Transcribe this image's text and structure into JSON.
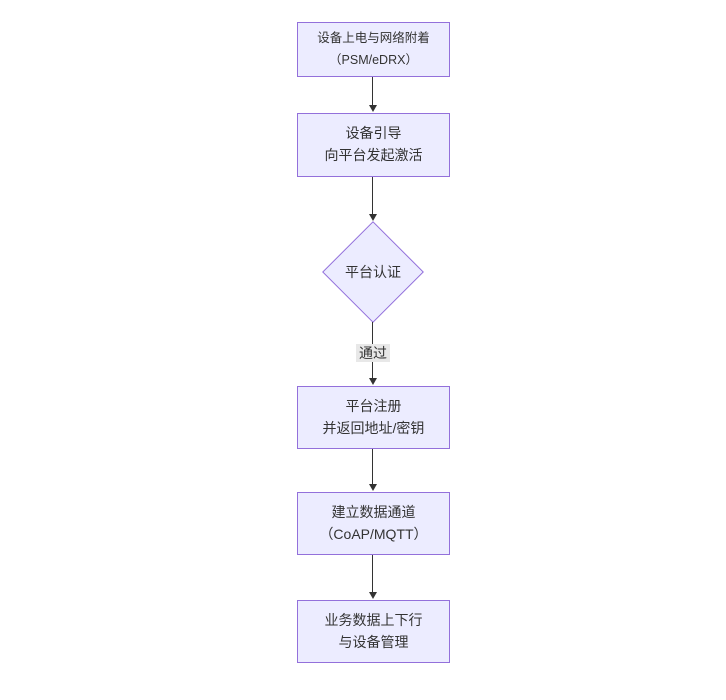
{
  "diagram": {
    "type": "flowchart",
    "direction": "top-down",
    "nodes": [
      {
        "id": "power-attach",
        "shape": "rect",
        "lines": [
          "设备上电与网络附着",
          "（PSM/eDRX）"
        ]
      },
      {
        "id": "bootstrap",
        "shape": "rect",
        "lines": [
          "设备引导",
          "向平台发起激活"
        ]
      },
      {
        "id": "platform-auth",
        "shape": "diamond",
        "lines": [
          "平台认证"
        ]
      },
      {
        "id": "platform-register",
        "shape": "rect",
        "lines": [
          "平台注册",
          "并返回地址/密钥"
        ]
      },
      {
        "id": "data-channel",
        "shape": "rect",
        "lines": [
          "建立数据通道",
          "（CoAP/MQTT）"
        ]
      },
      {
        "id": "business-data",
        "shape": "rect",
        "lines": [
          "业务数据上下行",
          "与设备管理"
        ]
      }
    ],
    "edges": [
      {
        "from": "power-attach",
        "to": "bootstrap"
      },
      {
        "from": "bootstrap",
        "to": "platform-auth"
      },
      {
        "from": "platform-auth",
        "to": "platform-register",
        "label": "通过"
      },
      {
        "from": "platform-register",
        "to": "data-channel"
      },
      {
        "from": "data-channel",
        "to": "business-data"
      }
    ]
  },
  "colors": {
    "node_fill": "#ECECFF",
    "node_border": "#9370DB",
    "edge_color": "#333333",
    "edge_label_bg": "#e8e8e8",
    "text_color": "#333333",
    "canvas_bg": "#ffffff"
  }
}
